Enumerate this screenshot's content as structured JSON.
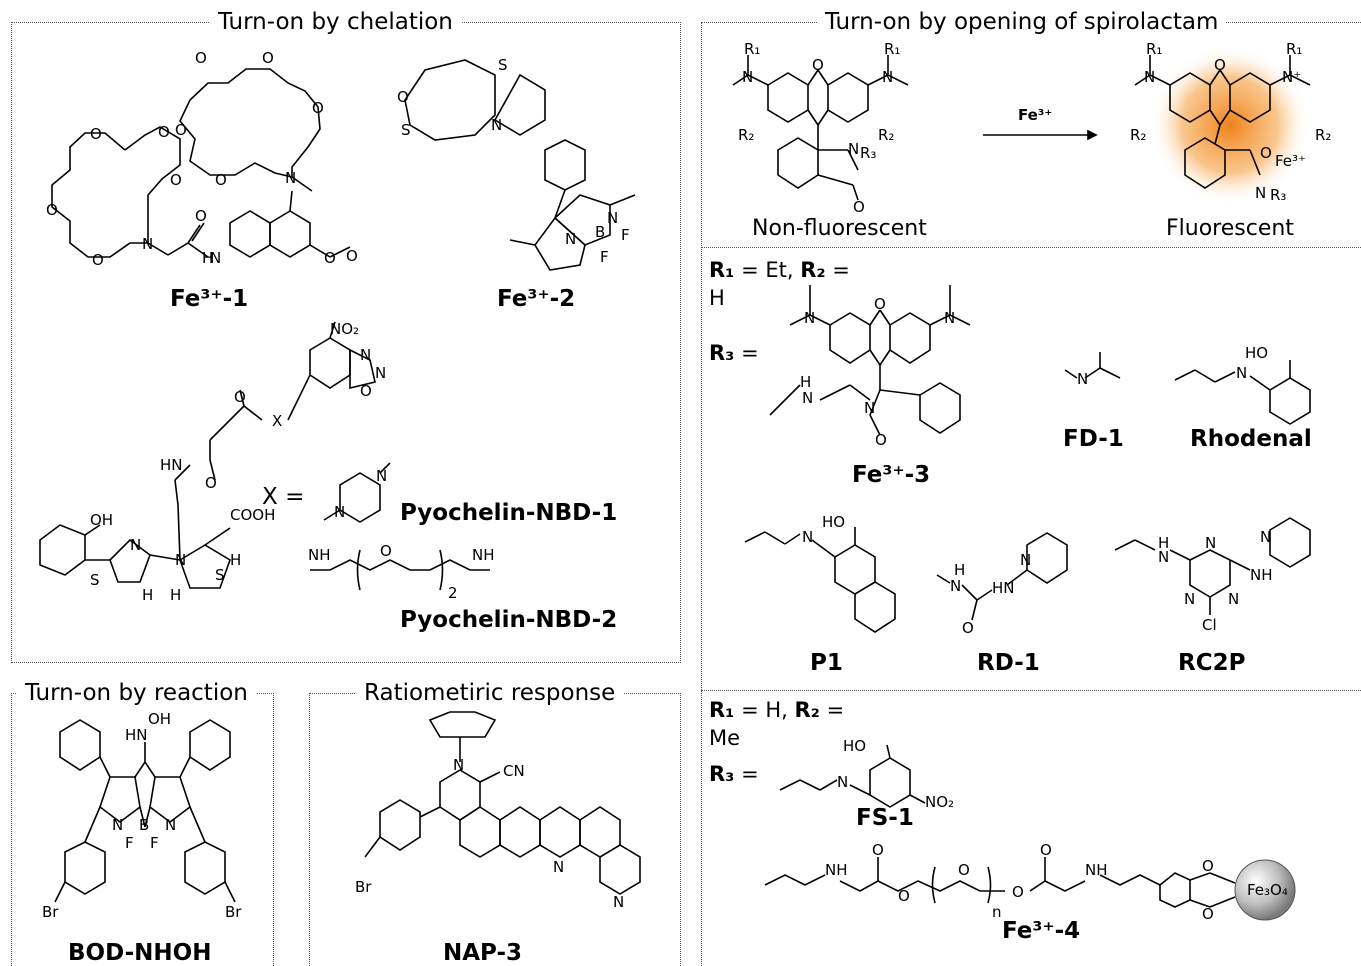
{
  "panels": {
    "chelation": {
      "title": "Turn-on by chelation"
    },
    "spirolactam": {
      "title": "Turn-on by opening of spirolactam"
    },
    "reaction": {
      "title": "Turn-on by reaction"
    },
    "ratiometric": {
      "title": "Ratiometiric response"
    }
  },
  "compounds": {
    "fe1": "Fe³⁺-1",
    "fe2": "Fe³⁺-2",
    "pyo1": "Pyochelin-NBD-1",
    "pyo2": "Pyochelin-NBD-2",
    "fe3": "Fe³⁺-3",
    "fd1": "FD-1",
    "rhodenal": "Rhodenal",
    "p1": "P1",
    "rd1": "RD-1",
    "rc2p": "RC2P",
    "fs1": "FS-1",
    "fe4": "Fe³⁺-4",
    "bod": "BOD-NHOH",
    "nap3": "NAP-3"
  },
  "scheme": {
    "reagent": "Fe³⁺",
    "left_state": "Non-fluorescent",
    "right_state": "Fluorescent"
  },
  "substituents": {
    "set1": {
      "r1_label": "R₁",
      "r1_text": "= Et,",
      "r2_label": "R₂",
      "r2_text": "=",
      "r2_value": "H",
      "r3_label": "R₃",
      "r3_text": "="
    },
    "set2": {
      "r1_label": "R₁",
      "r1_text": "= H,",
      "r2_label": "R₂",
      "r2_text": "=",
      "r2_value": "Me",
      "r3_label": "R₃",
      "r3_text": "="
    }
  },
  "x_def": "X =",
  "atoms": {
    "no2": "NO₂",
    "o": "O",
    "n": "N",
    "s": "S",
    "h": "H",
    "oh": "OH",
    "ho": "HO",
    "nh": "NH",
    "hn": "HN",
    "hnoh": "HN",
    "cooh": "COOH",
    "b": "B",
    "f": "F",
    "br": "Br",
    "cn": "CN",
    "cl": "Cl",
    "x": "X",
    "nplus": "N⁺",
    "fe3o4": "Fe₃O₄",
    "r1": "R₁",
    "r2": "R₂",
    "r3": "R₃",
    "n_sub": "n",
    "two": "2",
    "fe3plus": "Fe³⁺"
  }
}
